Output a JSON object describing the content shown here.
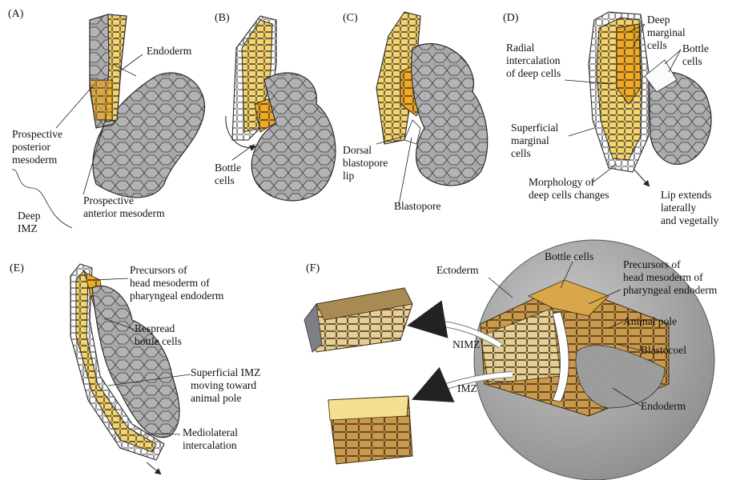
{
  "panels": {
    "A": {
      "letter": "(A)",
      "endoderm": "Endoderm",
      "post_mesoderm": "Prospective\nposterior\nmesoderm",
      "ant_mesoderm": "Prospective\nanterior mesoderm",
      "deep_imz": "Deep\nIMZ"
    },
    "B": {
      "letter": "(B)",
      "bottle_cells": "Bottle\ncells"
    },
    "C": {
      "letter": "(C)",
      "dorsal_lip": "Dorsal\nblastopore\nlip",
      "blastopore": "Blastopore"
    },
    "D": {
      "letter": "(D)",
      "deep_marginal": "Deep\nmarginal\ncells",
      "radial": "Radial\nintercalation\nof deep cells",
      "bottle_cells": "Bottle\ncells",
      "superficial_marginal": "Superficial\nmarginal\ncells",
      "morphology": "Morphology of\ndeep cells changes",
      "lip_extends": "Lip extends\nlaterally\nand vegetally"
    },
    "E": {
      "letter": "(E)",
      "precursors": "Precursors of\nhead mesoderm of\npharyngeal endoderm",
      "respread": "Respread\nbottle cells",
      "superficial_imz": "Superficial IMZ\nmoving toward\nanimal pole",
      "mediolateral": "Mediolateral\nintercalation"
    },
    "F": {
      "letter": "(F)",
      "ectoderm": "Ectoderm",
      "bottle_cells": "Bottle cells",
      "precursors": "Precursors of\nhead mesoderm of\npharyngeal endoderm",
      "animal_pole": "Animal pole",
      "blastocoel": "Blastocoel",
      "nimz": "NIMZ",
      "imz": "IMZ",
      "endoderm": "Endoderm"
    }
  },
  "colors": {
    "cell_gray": "#a9a9ab",
    "cell_yellow": "#f7d46a",
    "cell_orange": "#f2a91c",
    "outline": "#2b2b2b",
    "sphere_gray": "#9c9c9c",
    "tissue_brown": "#c99a4e"
  }
}
